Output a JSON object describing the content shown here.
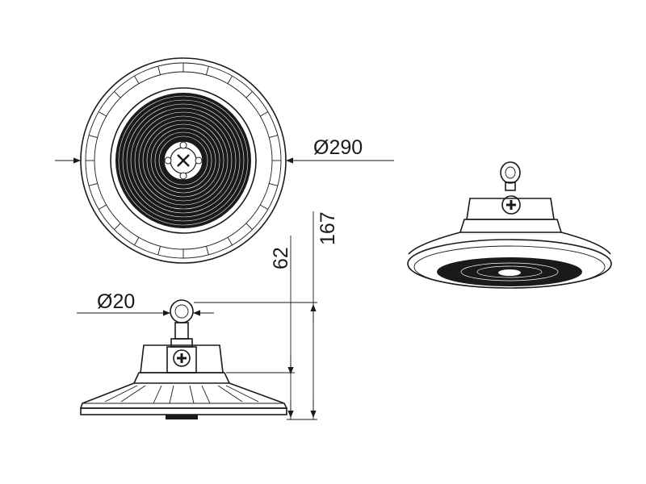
{
  "drawing": {
    "diameter_label": "Ø290",
    "height_label": "167",
    "housing_height_label": "62",
    "eyebolt_label": "Ø20"
  },
  "colors": {
    "line": "#1a1a1a",
    "background": "#ffffff"
  }
}
